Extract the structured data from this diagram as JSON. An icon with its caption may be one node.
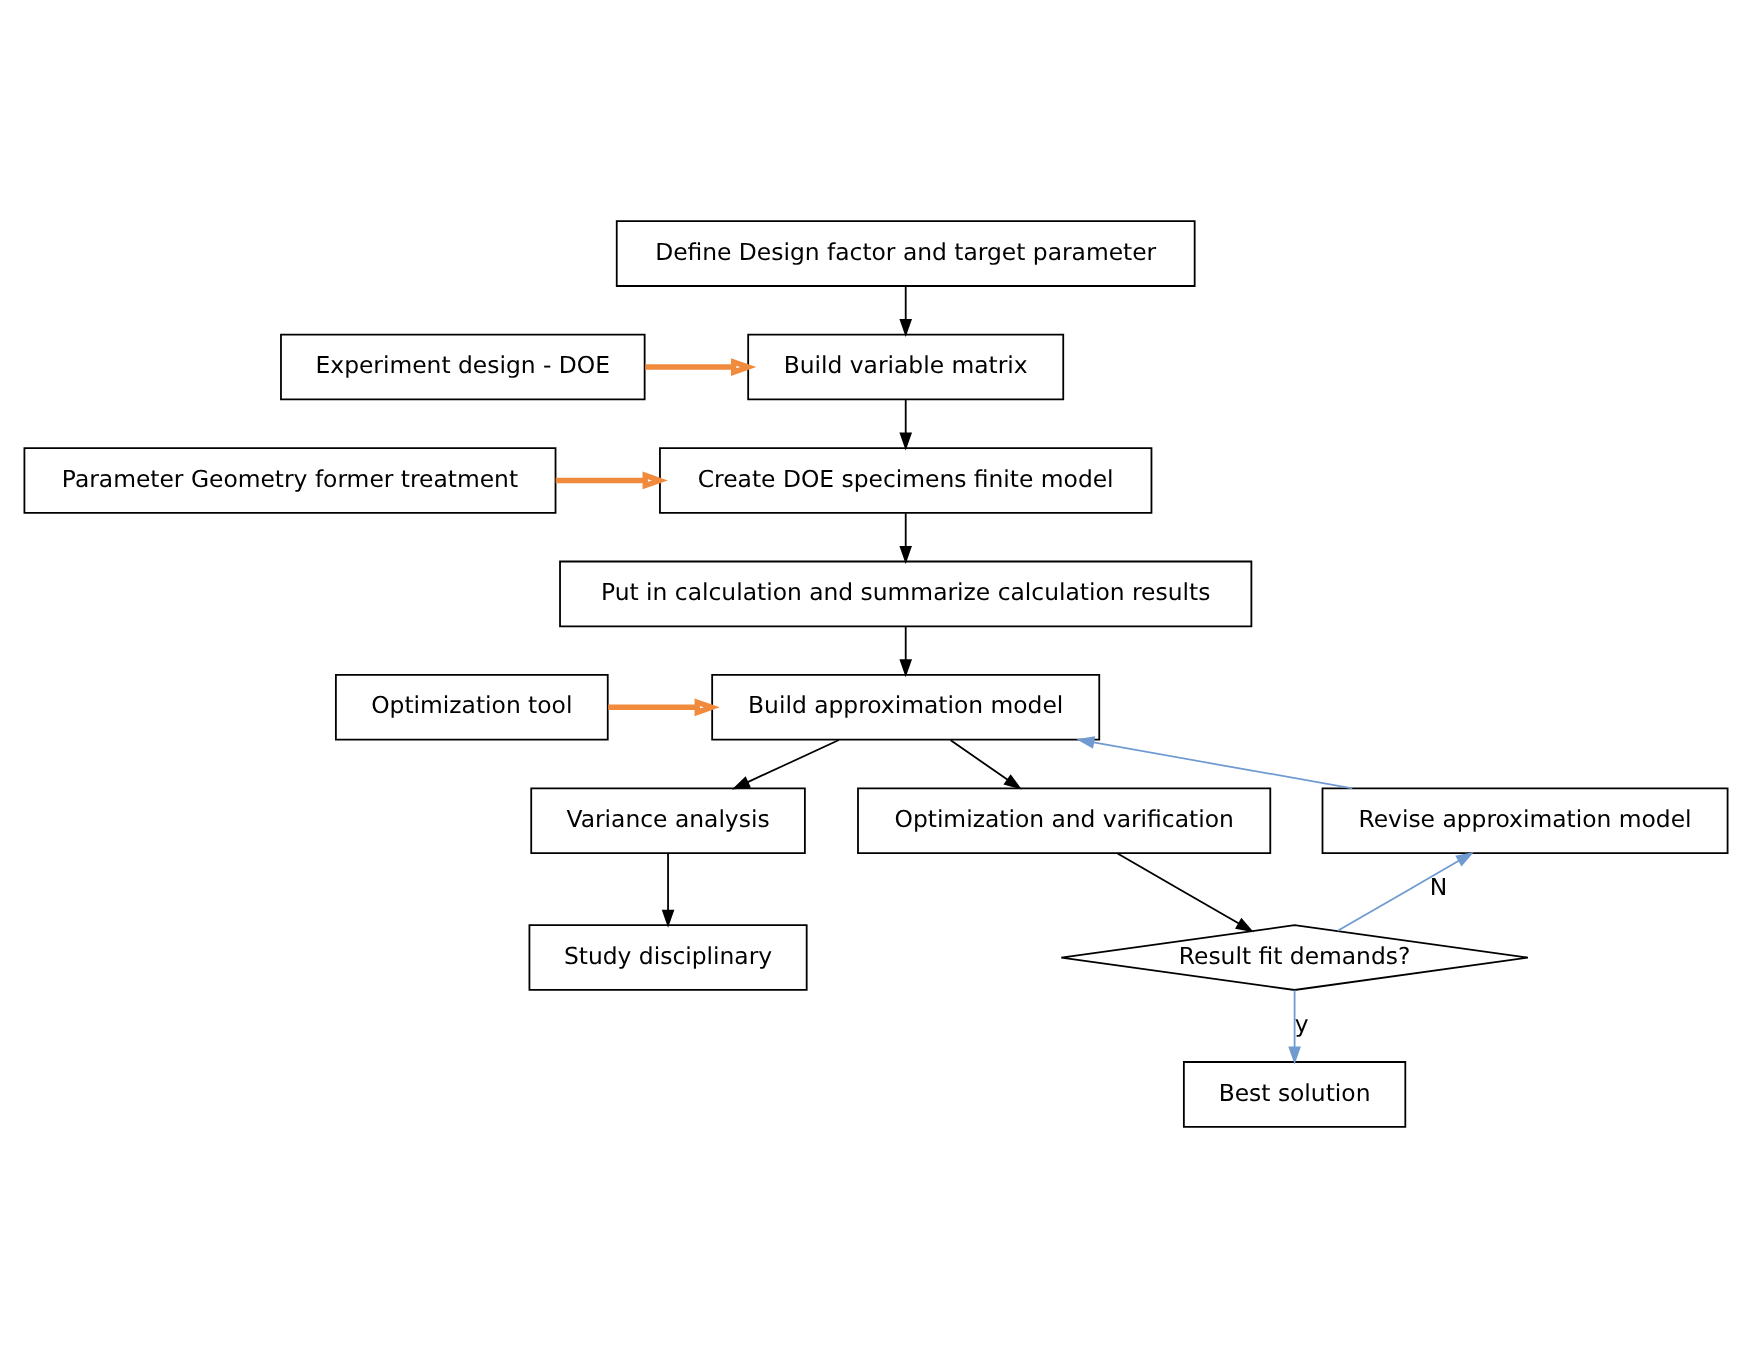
{
  "diagram": {
    "nodes": [
      {
        "text": [
          "Define Design factor and target parameter"
        ]
      },
      {
        "text": [
          "Experiment design - DOE"
        ]
      },
      {
        "text": [
          "Build variable matrix"
        ]
      },
      {
        "text": [
          "Parameter Geometry former treatment"
        ]
      },
      {
        "text": [
          "Create DOE specimens finite model"
        ]
      },
      {
        "text": [
          "Put in calculation and summarize calculation results"
        ]
      },
      {
        "text": [
          "Optimization tool"
        ]
      },
      {
        "text": [
          "Build approximation model"
        ]
      },
      {
        "text": [
          "Variance analysis"
        ]
      },
      {
        "text": [
          "Optimization and varification"
        ]
      },
      {
        "text": [
          "Revise approximation model"
        ]
      },
      {
        "text": [
          "Study disciplinary"
        ]
      },
      {
        "text": [
          "Result fit demands?"
        ]
      },
      {
        "text": [
          "Best solution"
        ]
      }
    ],
    "edges": [
      {
        "from": 0,
        "to": 2,
        "arrow": "to"
      },
      {
        "from": 1,
        "to": 2,
        "arrow": "to",
        "style": "thick",
        "color": "#f08a3c"
      },
      {
        "from": 2,
        "to": 4,
        "arrow": "to"
      },
      {
        "from": 3,
        "to": 4,
        "arrow": "to",
        "style": "thick",
        "color": "#f08a3c"
      },
      {
        "from": 4,
        "to": 5,
        "arrow": "to"
      },
      {
        "from": 5,
        "to": 7,
        "arrow": "to"
      },
      {
        "from": 6,
        "to": 7,
        "arrow": "to",
        "style": "thick",
        "color": "#f08a3c"
      },
      {
        "from": 7,
        "to": 8,
        "arrow": "to"
      },
      {
        "from": 7,
        "to": 9,
        "arrow": "to"
      },
      {
        "from": 8,
        "to": 11,
        "arrow": "to"
      },
      {
        "from": 9,
        "to": 12,
        "arrow": "to"
      },
      {
        "from": 12,
        "to": 10,
        "arrow": "to",
        "label": "N",
        "color": "#6f9bd1"
      },
      {
        "from": 10,
        "to": 7,
        "arrow": "to",
        "color": "#6f9bd1"
      },
      {
        "from": 12,
        "to": 13,
        "arrow": "to",
        "label": "y",
        "color": "#6f9bd1"
      }
    ]
  }
}
